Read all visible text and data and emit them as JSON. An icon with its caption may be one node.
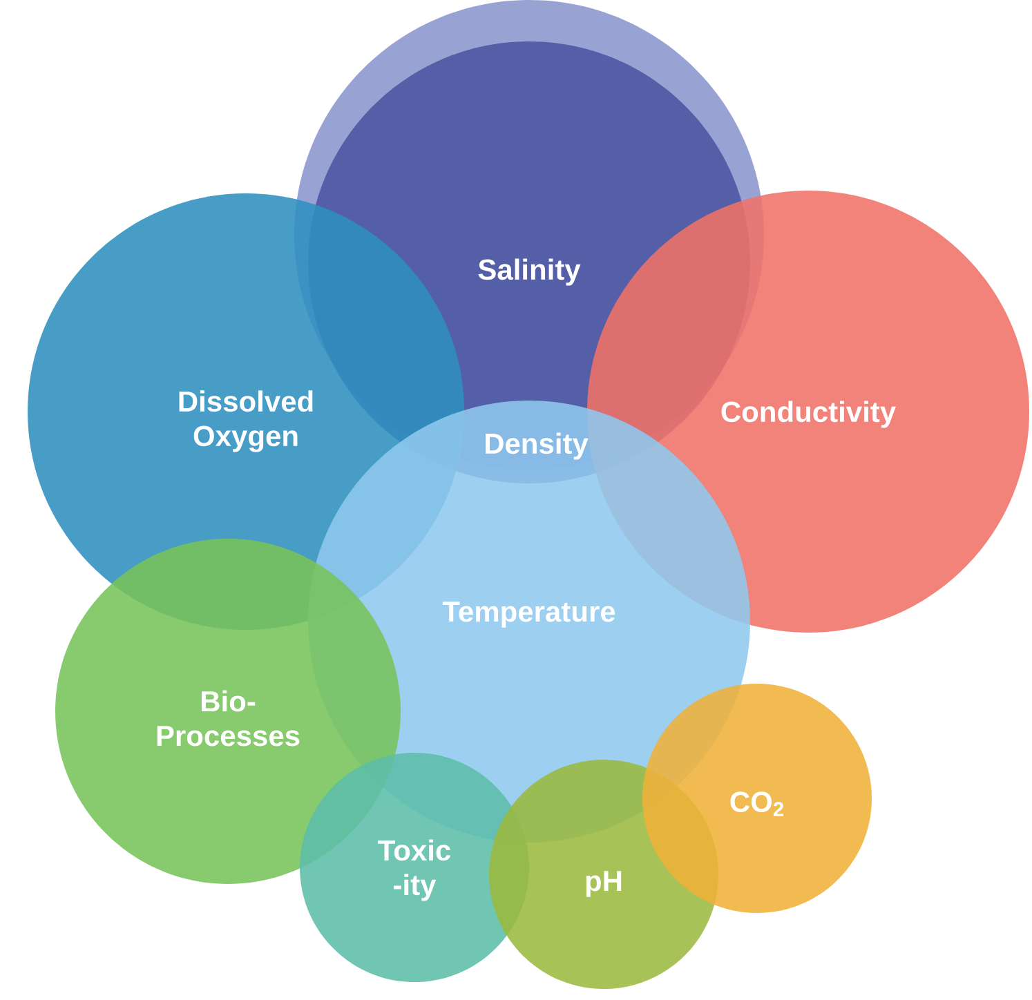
{
  "diagram": {
    "nodes": [
      {
        "text": [
          "Salinity"
        ]
      },
      {
        "text": [
          "Dissolved Oxygen"
        ]
      },
      {
        "text": [
          "Conductivity"
        ]
      },
      {
        "text": [
          "Temperature"
        ]
      },
      {
        "text": [
          "Bio-Processes"
        ]
      },
      {
        "text": [
          "Toxic -ity"
        ]
      },
      {
        "text": [
          "pH"
        ]
      },
      {
        "text": [
          "CO$_{2}$"
        ]
      }
    ],
    "labels": [
      "Density"
    ]
  }
}
